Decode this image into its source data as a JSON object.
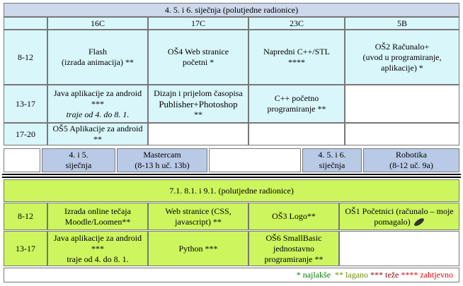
{
  "top": {
    "title": "4. 5. i 6. siječnja (polutjedne radionice)",
    "rooms": [
      "16C",
      "17C",
      "23C",
      "5B"
    ],
    "rows": [
      {
        "time": "8-12",
        "cells": [
          {
            "lines": [
              "Flash",
              "(izrada animacija) **"
            ]
          },
          {
            "lines": [
              "OŠ4 Web stranice",
              "početni *"
            ]
          },
          {
            "lines": [
              "Napredni  C++/STL",
              "****"
            ]
          },
          {
            "lines": [
              "OŠ2 Računalo+",
              "(uvod u programiranje,",
              "aplikacije) *"
            ]
          }
        ]
      },
      {
        "time": "13-17",
        "cells": [
          {
            "lines": [
              "Java aplikacije za android",
              "***"
            ],
            "note": "traje od 4. do 8. 1."
          },
          {
            "lines": [
              "Dizajn i prijelom časopisa",
              "Publisher+Photoshop",
              "**"
            ]
          },
          {
            "lines": [
              "C++  početno",
              "programiranje **"
            ]
          },
          {
            "lines": []
          }
        ]
      },
      {
        "time": "17-20",
        "cells": [
          {
            "lines": [
              "OŠ5 Aplikacije za android",
              "**"
            ]
          },
          {
            "lines": []
          },
          {
            "lines": []
          },
          {
            "lines": []
          }
        ]
      }
    ],
    "extra": {
      "date1": [
        "4. i 5.",
        "siječnja"
      ],
      "mastercam": [
        "Mastercam",
        "(8-13 h uč. 13b)"
      ],
      "date2": "4. 5. i 6. siječnja",
      "robotika": [
        "Robotika",
        "(8-12 uč. 9a)"
      ]
    }
  },
  "bottom": {
    "title": "7.1. 8.1. i 9.1. (polutjedne radionice)",
    "rows": [
      {
        "time": "8-12",
        "cells": [
          {
            "lines": [
              "Izrada online tečaja",
              "Moodle/Loomen**"
            ]
          },
          {
            "lines": [
              "Web stranice (CSS,",
              "javascript) **"
            ]
          },
          {
            "lines": [
              "OŠ3 Logo**"
            ]
          },
          {
            "lines": [
              "OŠ1 Početnici (računalo – moje",
              "pomagalo)"
            ],
            "icon": "pen-icon"
          }
        ]
      },
      {
        "time": "13-17",
        "cells": [
          {
            "lines": [
              "Java aplikacije za android",
              "***",
              "traje od 4. do 8. 1."
            ]
          },
          {
            "lines": [
              "Python ***"
            ]
          },
          {
            "lines": [
              "OŠ6 SmallBasic",
              "jednostavno",
              "programiranje **"
            ]
          },
          {
            "lines": []
          }
        ]
      }
    ]
  },
  "legend": [
    {
      "text": "* najlakše",
      "color": "#008000"
    },
    {
      "text": "  ** lagano",
      "color": "#6a8f00"
    },
    {
      "text": " *** teže",
      "color": "#8b0000"
    },
    {
      "text": " **** zahtjevno",
      "color": "#e00000"
    }
  ]
}
